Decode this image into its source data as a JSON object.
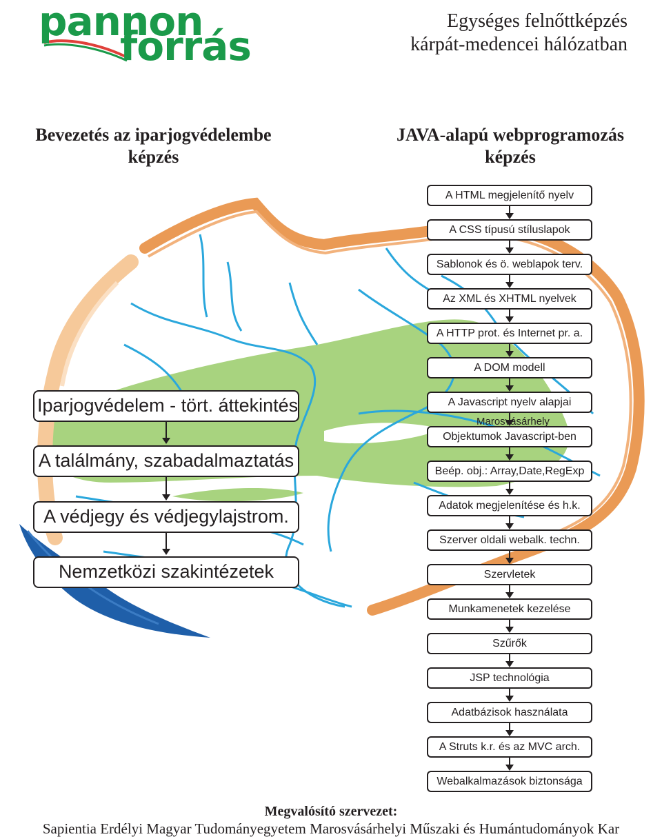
{
  "logo": {
    "line1": "pannon",
    "line2": "forrás"
  },
  "header": {
    "line1": "Egységes felnőttképzés",
    "line2": "kárpát-medencei hálózatban"
  },
  "left_course": {
    "title_line1": "Bevezetés az iparjogvédelembe",
    "title_line2": "képzés",
    "steps": [
      "Iparjogvédelem - tört. áttekintés",
      "A találmány, szabadalmaztatás",
      "A védjegy és védjegylajstrom.",
      "Nemzetközi szakintézetek"
    ]
  },
  "right_course": {
    "title_line1": "JAVA-alapú webprogramozás",
    "title_line2": "képzés",
    "steps": [
      "A HTML megjelenítő nyelv",
      "A CSS típusú stíluslapok",
      "Sablonok és ö. weblapok terv.",
      "Az XML és XHTML nyelvek",
      "A HTTP prot. és Internet pr. a.",
      "A DOM modell",
      "A Javascript nyelv alapjai",
      "Objektumok Javascript-ben",
      "Beép. obj.: Array,Date,RegExp",
      "Adatok megjelenítése és h.k.",
      "Szerver oldali webalk. techn.",
      "Szervletek",
      "Munkamenetek kezelése",
      "Szűrők",
      "JSP technológia",
      "Adatbázisok használata",
      "A Struts k.r. és az MVC arch.",
      "Webalkalmazások biztonsága"
    ]
  },
  "map": {
    "city_label": "Marosvásárhely"
  },
  "footer": {
    "label": "Megvalósító szervezet:",
    "organization": "Sapientia Erdélyi Magyar Tudományegyetem Marosvásárhelyi Műszaki és Humántudományok Kar"
  },
  "colors": {
    "logo_green": "#1b9a4a",
    "border_orange": "#ea9a55",
    "border_peach": "#f6c99a",
    "river_blue": "#2aa7dc",
    "lowland_green": "#a8d37f",
    "sea_blue": "#1f5fa9"
  }
}
